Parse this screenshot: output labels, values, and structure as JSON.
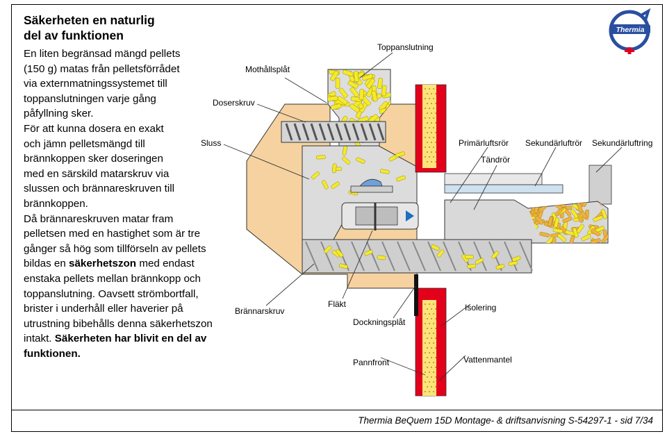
{
  "heading": {
    "line1": "Säkerheten en naturlig",
    "line2": "del av funktionen"
  },
  "body": {
    "p1": [
      "En liten begränsad mängd pellets",
      "(150 g) matas från pelletsförrådet",
      "via externmatningssystemet till",
      "toppanslutningen varje gång",
      "påfyllning sker."
    ],
    "p2": [
      "För att kunna dosera en exakt",
      "och jämn pelletsmängd till",
      "brännkoppen sker doseringen",
      "med en särskild matarskruv via",
      "slussen och brännareskruven till",
      "brännkoppen."
    ],
    "p3_lines": [
      "Då brännareskruven matar fram",
      "pelletsen med en hastighet som är tre",
      "gånger så hög som tillförseln av pellets"
    ],
    "p3_pre": "bildas en ",
    "p3_bold": "säkerhetszon",
    "p3_post": " med endast",
    "p3_more": [
      "enstaka pellets mellan brännkopp och",
      "toppanslutning. Oavsett strömbortfall,",
      "brister i underhåll eller haverier på",
      "utrustning bibehålls denna säkerhetszon"
    ],
    "p3_end_plain": "intakt. ",
    "p3_end_bold1": "Säkerheten har blivit en del av",
    "p3_end_bold2": "funktionen."
  },
  "labels": {
    "toppanslutning": "Toppanslutning",
    "mothallsplat": "Mothållsplåt",
    "doserskruv": "Doserskruv",
    "sluss": "Sluss",
    "primarluftsror": "Primärluftsrör",
    "sekundarluftror": "Sekundärluftrör",
    "sekundarluftring": "Sekundärluftring",
    "tandror": "Tändrör",
    "brannarskruv": "Brännarskruv",
    "flakt": "Fläkt",
    "dockningsplat": "Dockningsplåt",
    "isolering": "Isolering",
    "pannfront": "Pannfront",
    "vattenmantel": "Vattenmantel"
  },
  "logo": {
    "text": "Thermia"
  },
  "footer": {
    "text": "Thermia BeQuem 15D Montage- & driftsanvisning S-54297-1 - sid 7/34"
  },
  "colors": {
    "housing": "#f6d2a0",
    "pellet": "#f4ea2a",
    "pellet_hot": "#f0b040",
    "wall": "#e3001b",
    "insulation": "#ffe37a",
    "tube": "#dcdcdc",
    "blue": "#1f6fbf",
    "logo_blue": "#2a4fa0"
  }
}
